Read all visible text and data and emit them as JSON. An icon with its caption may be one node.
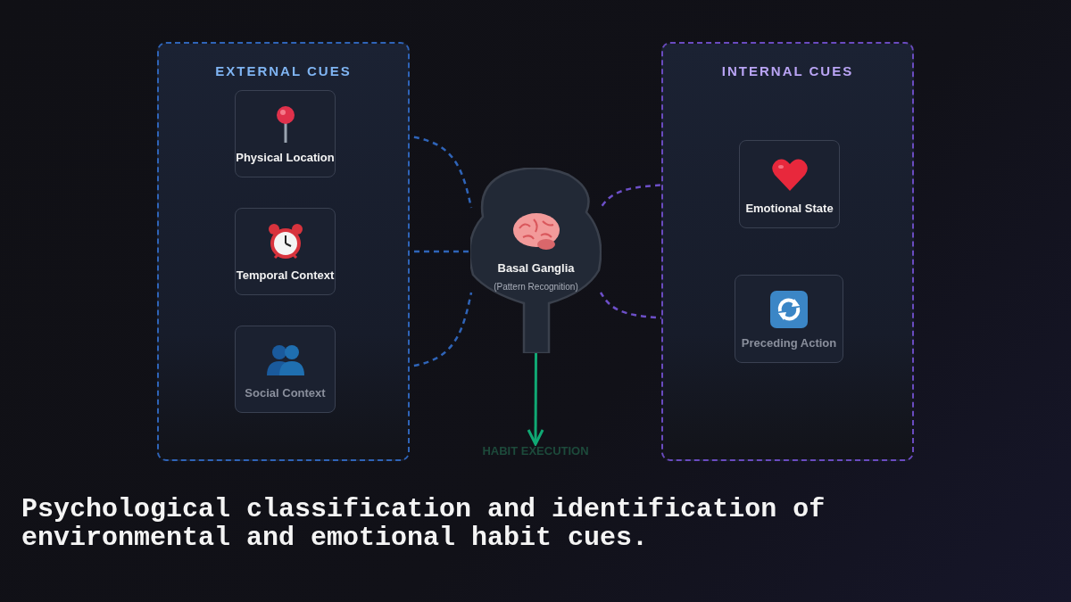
{
  "diagram": {
    "title": "Psychological classification and identification of environmental and emotional habit cues.",
    "nodes": [
      {
        "text": [
          "EXTERNAL CUES"
        ]
      },
      {
        "text": [
          "Physical Location"
        ],
        "in": 0
      },
      {
        "text": [
          "Temporal Context"
        ],
        "in": 0
      },
      {
        "text": [
          "Social Context"
        ],
        "in": 0
      },
      {
        "text": [
          "INTERNAL CUES"
        ]
      },
      {
        "text": [
          "Emotional State"
        ],
        "in": 4
      },
      {
        "text": [
          "Preceding Action"
        ],
        "in": 4
      },
      {
        "text": [
          "Basal Ganglia",
          "(Pattern Recognition)"
        ]
      },
      {
        "text": [
          "HABIT EXECUTION"
        ]
      }
    ],
    "edges": [
      {
        "from": 1,
        "to": 7,
        "arrow": "none",
        "style": "dashed"
      },
      {
        "from": 2,
        "to": 7,
        "arrow": "none",
        "style": "dashed"
      },
      {
        "from": 3,
        "to": 7,
        "arrow": "none",
        "style": "dashed"
      },
      {
        "from": 5,
        "to": 7,
        "arrow": "none",
        "style": "dashed",
        "color": "#6d4fc8"
      },
      {
        "from": 6,
        "to": 7,
        "arrow": "none",
        "style": "dashed",
        "color": "#6d4fc8"
      },
      {
        "from": 7,
        "to": 8,
        "arrow": "to",
        "color": "#10a974"
      }
    ]
  }
}
